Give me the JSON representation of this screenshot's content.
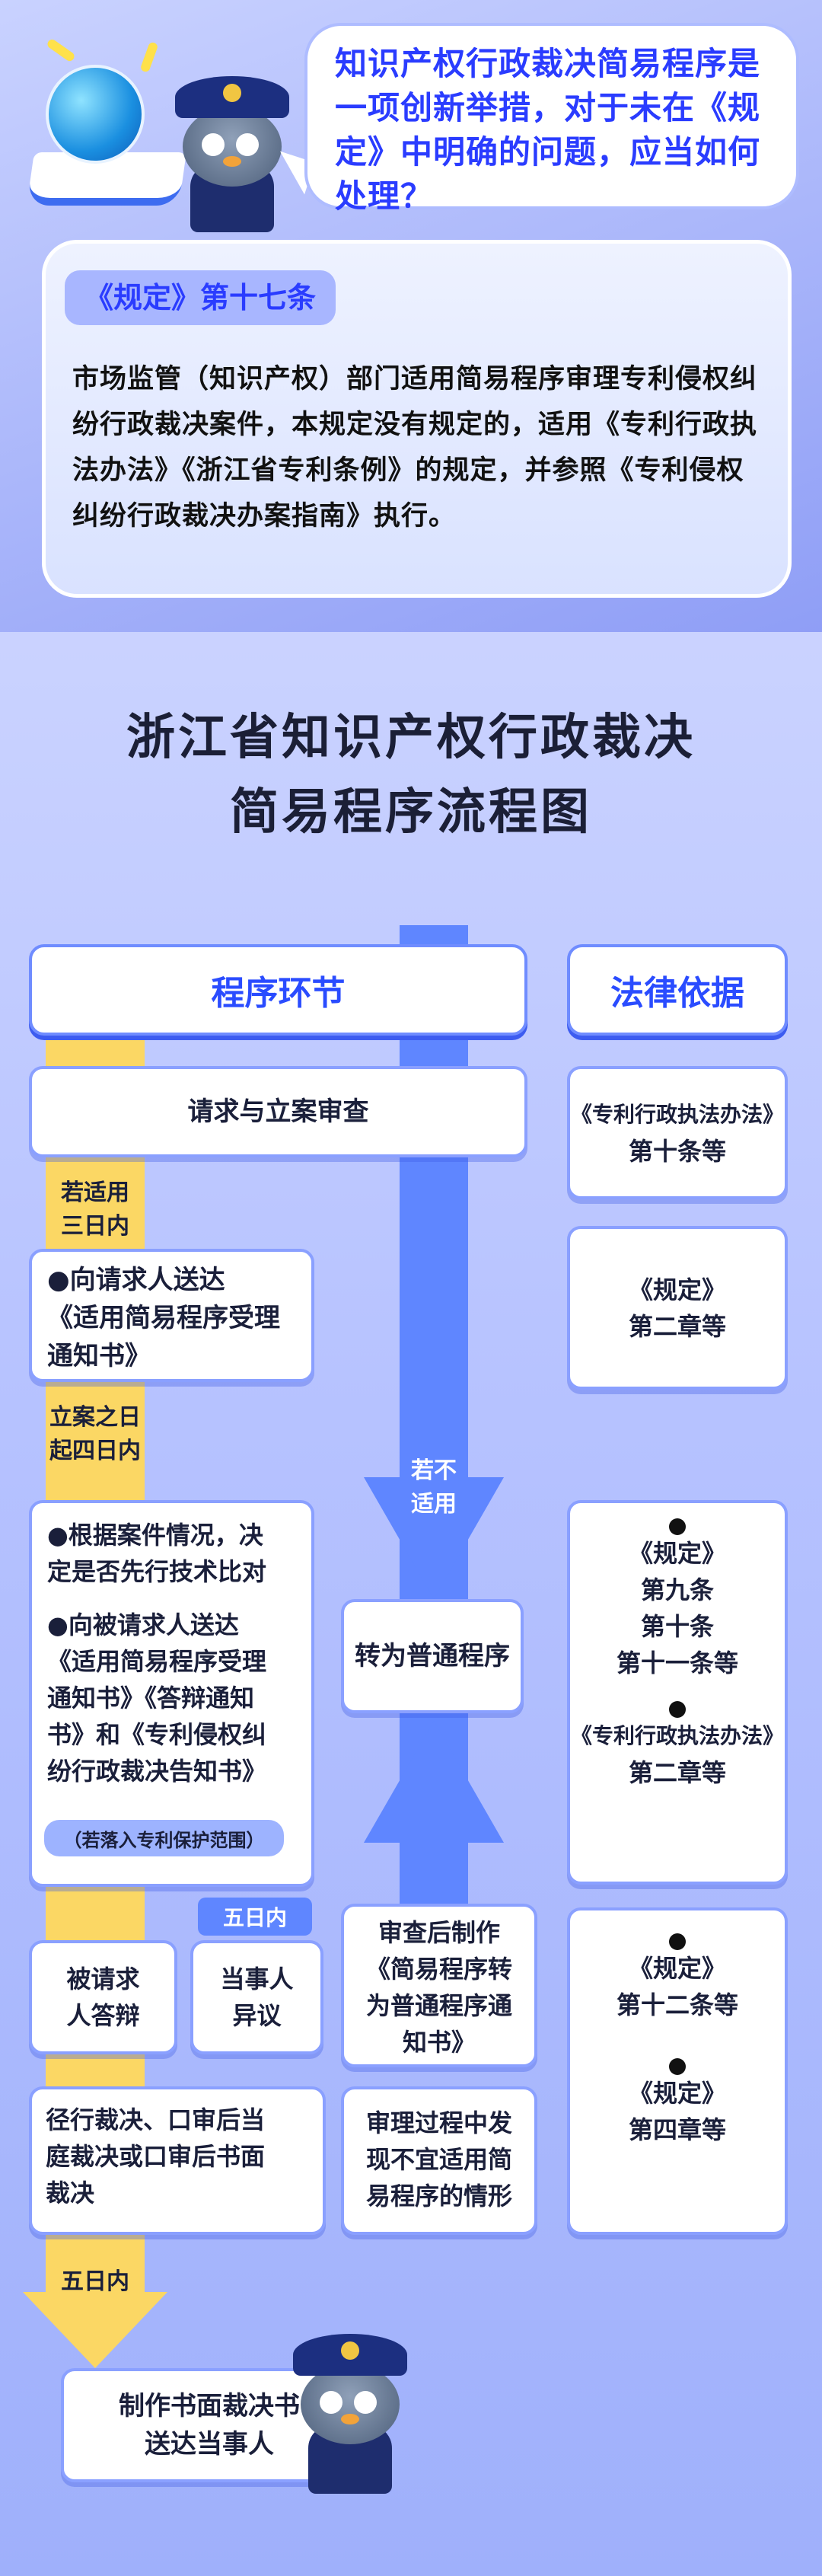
{
  "header": {
    "question": "知识产权行政裁决简易程序是一项创新举措，对于未在《规定》中明确的问题，应当如何处理？",
    "article_title": "《规定》第十七条",
    "article_body": "市场监管（知识产权）部门适用简易程序审理专利侵权纠纷行政裁决案件，本规定没有规定的，适用《专利行政执法办法》《浙江省专利条例》的规定，并参照《专利侵权纠纷行政裁决办案指南》执行。"
  },
  "flowchart": {
    "title_line1": "浙江省知识产权行政裁决",
    "title_line2": "简易程序流程图",
    "col_procedure": "程序环节",
    "col_legal": "法律依据",
    "steps": {
      "request": "请求与立案审查",
      "gap1_l1": "若适用",
      "gap1_l2": "三日内",
      "notice_l1": "●向请求人送达",
      "notice_l2": "《适用简易程序受理",
      "notice_l3": "通知书》",
      "gap2_l1": "立案之日",
      "gap2_l2": "起四日内",
      "decide_l1": "●根据案件情况，决",
      "decide_l2": "定是否先行技术比对",
      "decide_l3": "●向被请求人送达",
      "decide_l4": "《适用简易程序受理",
      "decide_l5": "通知书》《答辩通知",
      "decide_l6": "书》和《专利侵权纠",
      "decide_l7": "纷行政裁决告知书》",
      "decide_note": "（若落入专利保护范围）",
      "five_days_a": "五日内",
      "defense_l1": "被请求",
      "defense_l2": "人答辩",
      "objection_l1": "当事人",
      "objection_l2": "异议",
      "ruling_l1": "径行裁决、口审后当",
      "ruling_l2": "庭裁决或口审后书面",
      "ruling_l3": "裁决",
      "five_days_b": "五日内",
      "final_l1": "制作书面裁决书",
      "final_l2": "送达当事人"
    },
    "side": {
      "not_applicable_l1": "若不",
      "not_applicable_l2": "适用",
      "convert": "转为普通程序",
      "review_l1": "审查后制作",
      "review_l2": "《简易程序转",
      "review_l3": "为普通程序通",
      "review_l4": "知书》",
      "unsuitable_l1": "审理过程中发",
      "unsuitable_l2": "现不宜适用简",
      "unsuitable_l3": "易程序的情形"
    },
    "legal": {
      "b1_l1": "《专利行政执法办法》",
      "b1_l2": "第十条等",
      "b2_l1": "《规定》",
      "b2_l2": "第二章等",
      "b3_l1": "《规定》",
      "b3_l2": "第九条",
      "b3_l3": "第十条",
      "b3_l4": "第十一条等",
      "b3_l5": "《专利行政执法办法》",
      "b3_l6": "第二章等",
      "b4_l1": "《规定》",
      "b4_l2": "第十二条等",
      "b4_l3": "《规定》",
      "b4_l4": "第四章等"
    }
  },
  "colors": {
    "accent_blue": "#2a4cff",
    "rail_yellow": "#fbd764",
    "rail_blue": "#5f86ff"
  }
}
